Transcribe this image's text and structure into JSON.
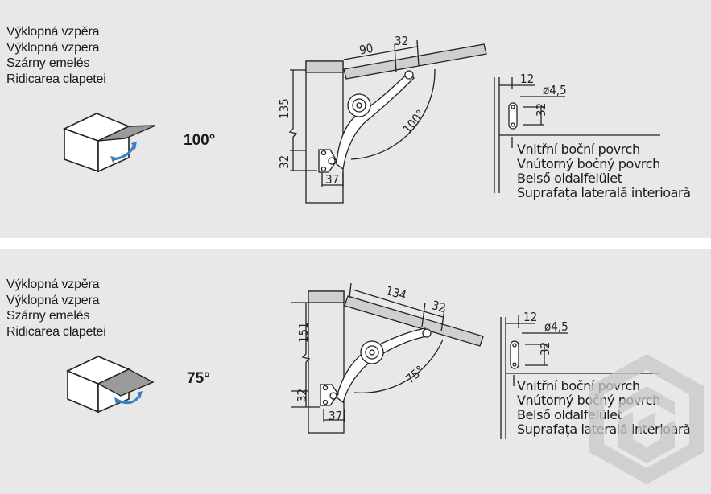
{
  "variants": [
    {
      "names": [
        "Výklopná vzpěra",
        "Výklopná vzpera",
        "Szárny emelés",
        "Ridicarea clapetei"
      ],
      "angle_label": "100°",
      "dims": {
        "a": "90",
        "b": "32",
        "c": "135",
        "d": "32",
        "e": "37",
        "arc": "100°",
        "f": "12",
        "g": "ø4,5",
        "h": "32"
      },
      "surface_labels": [
        "Vnitřní boční povrch",
        "Vnútorný bočný povrch",
        "Belső oldalfelület",
        "Suprafața laterală interioară"
      ]
    },
    {
      "names": [
        "Výklopná vzpěra",
        "Výklopná vzpera",
        "Szárny emelés",
        "Ridicarea clapetei"
      ],
      "angle_label": "75°",
      "dims": {
        "a": "134",
        "b": "32",
        "c": "151",
        "d": "32",
        "e": "37",
        "arc": "75°",
        "f": "12",
        "g": "ø4,5",
        "h": "32"
      },
      "surface_labels": [
        "Vnitřní boční povrch",
        "Vnútorný bočný povrch",
        "Belső oldalfelület",
        "Suprafața laterală interioară"
      ]
    }
  ],
  "colors": {
    "panel": "#e8e8e8",
    "accent_arrow": "#3a7fc1",
    "line": "#222222",
    "flap_fill": "#9a9a9a",
    "watermark": "#cccccc"
  },
  "icons": [
    "cabinet-box-icon",
    "rotation-arrow-icon",
    "logo-watermark-icon"
  ]
}
